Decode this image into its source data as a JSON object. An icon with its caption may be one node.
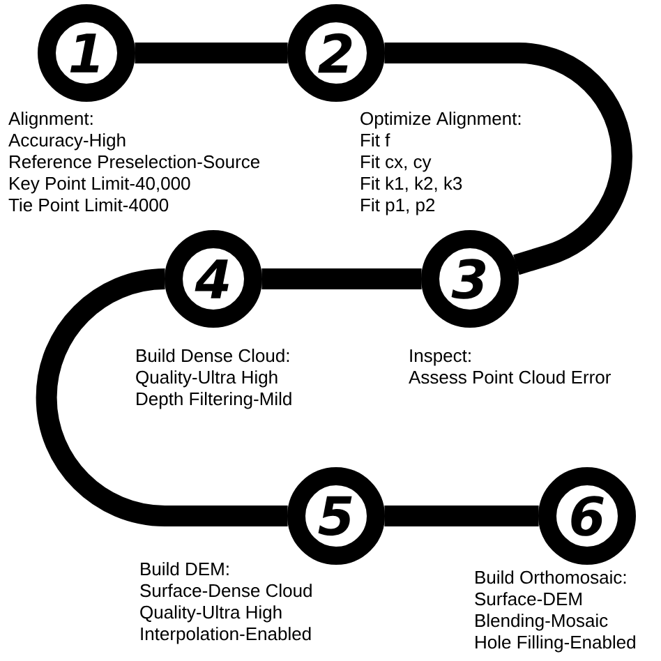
{
  "diagram": {
    "nodes": [
      {
        "text": [
          "1"
        ],
        "beside": [
          "Alignment:",
          "Accuracy-High",
          "Reference Preselection-Source",
          "Key Point Limit-40,000",
          "Tie Point Limit-4000"
        ]
      },
      {
        "text": [
          "2"
        ],
        "beside": [
          "Optimize Alignment:",
          "Fit f",
          "Fit cx, cy",
          "Fit k1, k2, k3",
          "Fit p1, p2"
        ]
      },
      {
        "text": [
          "3"
        ],
        "beside": [
          "Inspect:",
          "Assess Point Cloud Error"
        ]
      },
      {
        "text": [
          "4"
        ],
        "beside": [
          "Build Dense Cloud:",
          "Quality-Ultra High",
          "Depth Filtering-Mild"
        ]
      },
      {
        "text": [
          "5"
        ],
        "beside": [
          "Build DEM:",
          "Surface-Dense Cloud",
          "Quality-Ultra High",
          "Interpolation-Enabled"
        ]
      },
      {
        "text": [
          "6"
        ],
        "beside": [
          "Build Orthomosaic:",
          "Surface-DEM",
          "Blending-Mosaic",
          "Hole Filling-Enabled"
        ]
      }
    ],
    "edges": [
      {
        "from": 0,
        "to": 1,
        "arrow": "none"
      },
      {
        "from": 1,
        "to": 2,
        "arrow": "none"
      },
      {
        "from": 2,
        "to": 3,
        "arrow": "none"
      },
      {
        "from": 3,
        "to": 4,
        "arrow": "none"
      },
      {
        "from": 4,
        "to": 5,
        "arrow": "none"
      }
    ]
  }
}
